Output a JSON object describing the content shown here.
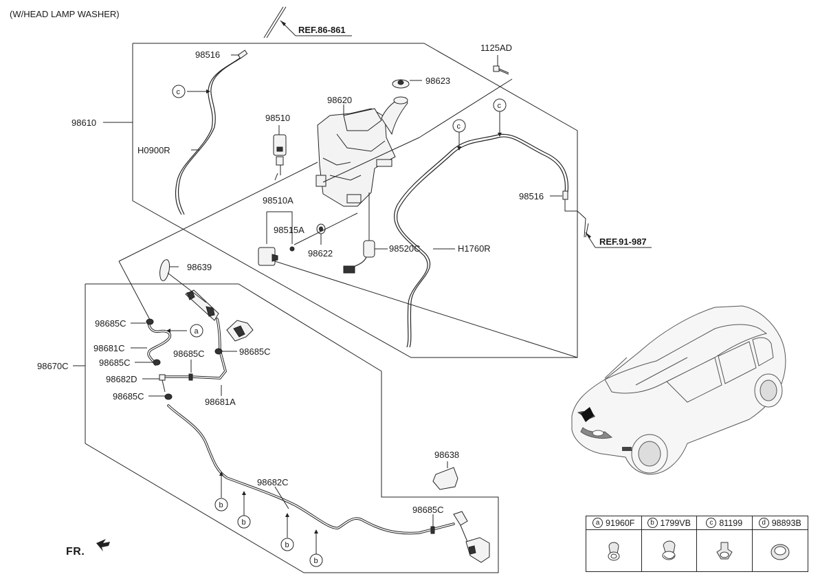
{
  "header_note": "(W/HEAD LAMP WASHER)",
  "front_marker": "FR.",
  "refs": {
    "top": "REF.86-861",
    "right": "REF.91-987"
  },
  "parts": {
    "p98516_top": "98516",
    "p98516_right": "98516",
    "p1125AD": "1125AD",
    "p98623": "98623",
    "p98620": "98620",
    "p98510": "98510",
    "p98610": "98610",
    "pH0900R": "H0900R",
    "p98510A": "98510A",
    "p98515A": "98515A",
    "p98622": "98622",
    "p98520C": "98520C",
    "pH1760R": "H1760R",
    "p98639": "98639",
    "p98685C_1": "98685C",
    "p98681C": "98681C",
    "p98685C_2": "98685C",
    "p98685C_3": "98685C",
    "p98682D": "98682D",
    "p98685C_4": "98685C",
    "p98685C_5": "98685C",
    "p98681A": "98681A",
    "p98670C": "98670C",
    "p98682C": "98682C",
    "p98638": "98638",
    "p98685C_6": "98685C"
  },
  "callouts": {
    "a": "a",
    "b": "b",
    "c": "c",
    "d": "d"
  },
  "legend": [
    {
      "letter": "a",
      "part": "91960F"
    },
    {
      "letter": "b",
      "part": "1799VB"
    },
    {
      "letter": "c",
      "part": "81199"
    },
    {
      "letter": "d",
      "part": "98893B"
    }
  ]
}
